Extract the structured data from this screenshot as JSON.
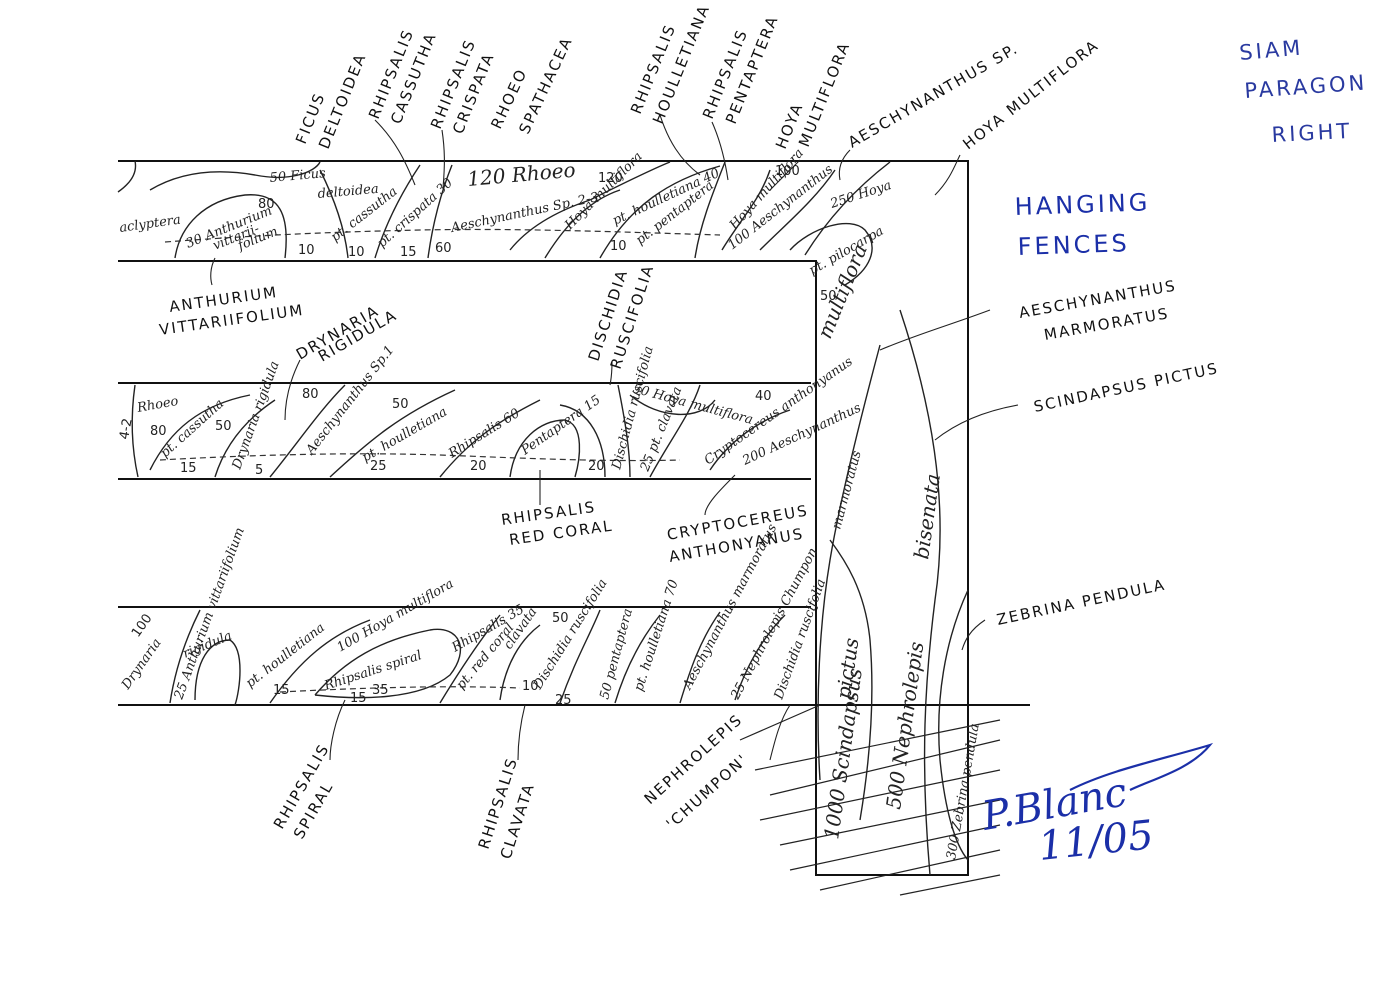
{
  "header": {
    "site_name_line1": "SIAM",
    "site_name_line2": "PARAGON",
    "site_side": "RIGHT",
    "section_line1": "HANGING",
    "section_line2": "FENCES"
  },
  "signature": {
    "initials": "P.Blanc",
    "date": "11/05"
  },
  "labels": {
    "ficus": [
      "FICUS",
      "DELTOIDEA"
    ],
    "rh_cassutha": [
      "RHIPSALIS",
      "CASSUTHA"
    ],
    "rh_crispata": [
      "RHIPSALIS",
      "CRISPATA"
    ],
    "rhoeo": [
      "RHOEO",
      "SPATHACEA"
    ],
    "rh_houlletiana": [
      "RHIPSALIS",
      "HOULLETIANA"
    ],
    "rh_pentaptera": [
      "RHIPSALIS",
      "PENTAPTERA"
    ],
    "hoya_mf1": [
      "HOYA",
      "MULTIFLORA"
    ],
    "aeschynanthus_sp": "AESCHYNANTHUS SP.",
    "hoya_mf2": "HOYA MULTIFLORA",
    "anthurium": [
      "ANTHURIUM",
      "VITTARIIFOLIUM"
    ],
    "drynaria": [
      "DRYNARIA",
      "RIGIDULA"
    ],
    "dischidia": [
      "DISCHIDIA",
      "RUSCIFOLIA"
    ],
    "aesch_marmoratus": [
      "AESCHYNANTHUS",
      "MARMORATUS"
    ],
    "scindapsus": "SCINDAPSUS PICTUS",
    "rh_red_coral": [
      "RHIPSALIS",
      "RED CORAL"
    ],
    "cryptocereus": [
      "CRYPTOCEREUS",
      "ANTHONYANUS"
    ],
    "zebrina": "ZEBRINA PENDULA",
    "nephrolepis": [
      "NEPHROLEPIS",
      "'CHUMPON'"
    ],
    "rh_spiral": [
      "RHIPSALIS",
      "SPIRAL"
    ],
    "rh_clavata": [
      "RHIPSALIS",
      "CLAVATA"
    ]
  },
  "band_top_notes": {
    "n1": "50 Ficus",
    "n2": "deltoidea",
    "n3": "80",
    "n4": "30 Anthurium",
    "n5": "vittarii-",
    "n6": "folium",
    "n7": "10",
    "n8": "pt. cassutha",
    "n9": "10",
    "n10": "pt. crispata 30",
    "n11": "15",
    "n12": "120 Rhoeo",
    "n13": "60",
    "n14": "Aeschynanthus Sp. 2-3",
    "n15": "120",
    "n16": "Hoya multiflora",
    "n17": "pt. houlletiana 40",
    "n18": "10",
    "n19": "pt. pentaptera",
    "n20": "100",
    "n21": "Hoya multiflora",
    "n22": "100 Aeschynanthus",
    "n23": "250 Hoya",
    "n24": "multiflora",
    "n25": "pt. pilocarpa",
    "n26": "50",
    "n27": "aclyptera"
  },
  "band_mid_notes": {
    "n1": "Rhoeo",
    "n2": "80",
    "n3": "pt. cassutha",
    "n4": "50",
    "n5": "15",
    "n6": "Drynaria rigidula",
    "n7": "5",
    "n8": "80",
    "n9": "Aeschynanthus Sp.1",
    "n10": "50",
    "n11": "pt. houlletiana",
    "n12": "25",
    "n13": "Rhipsalis 60",
    "n14": "20",
    "n15": "Pentaptera 15",
    "n16": "20",
    "n17": "Dischidia ruscifolia",
    "n18": "50 Hoya multiflora",
    "n19": "40",
    "n20": "25 pt. clavata",
    "n21": "Cryptocereus anthonyanus",
    "n22": "200 Aeschynanthus",
    "n23": "4-2"
  },
  "band_low_notes": {
    "n1": "100",
    "n2": "Drynaria",
    "n3": "rigidula",
    "n4": "25 Anthurium vittariifolium",
    "n5": "pt. houlletiana",
    "n6": "15",
    "n7": "100 Hoya multiflora",
    "n8": "Rhipsalis spiral",
    "n9": "15",
    "n10": "35",
    "n11": "Rhipsalis 35",
    "n12": "pt. red coral",
    "n13": "10",
    "n14": "clavata",
    "n15": "50",
    "n16": "Dischidia ruscifolia",
    "n17": "25",
    "n18": "50 pentaptera",
    "n19": "pt. houlletiana 70",
    "n20": "Aeschynanthus marmoratus",
    "n21": "25 Nephrolepis Chumpon",
    "n22": "Dischidia ruscifolia"
  },
  "column_notes": {
    "n1": "marmoratus",
    "n2": "bisenata",
    "n3": "pictus",
    "n4": "1000 Scindapsus",
    "n5": "500 Nephrolepis",
    "n6": "300 Zebrina pendula"
  }
}
